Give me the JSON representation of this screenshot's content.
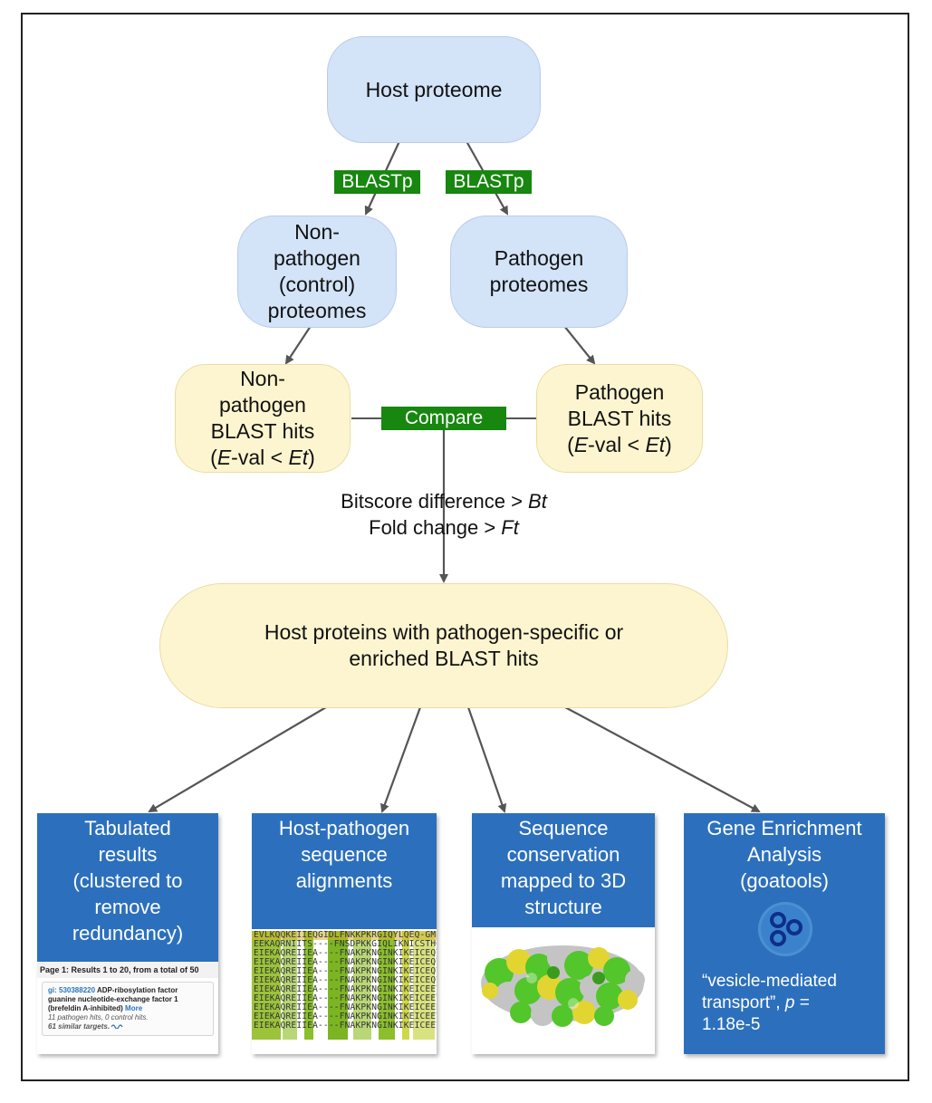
{
  "nodes": {
    "host_proteome": "Host proteome",
    "nonpathogen_proteomes": [
      "Non-",
      "pathogen",
      "(control)",
      "proteomes"
    ],
    "pathogen_proteomes": [
      "Pathogen",
      "proteomes"
    ],
    "nonpathogen_hits": {
      "lines": [
        "Non-",
        "pathogen",
        "BLAST hits"
      ],
      "eval_open": "(",
      "eval_e": "E",
      "eval_mid": "-val < ",
      "eval_et": "Et",
      "eval_close": ")"
    },
    "pathogen_hits": {
      "lines": [
        "Pathogen",
        "BLAST hits"
      ],
      "eval_open": "(",
      "eval_e": "E",
      "eval_mid": "-val < ",
      "eval_et": "Et",
      "eval_close": ")"
    },
    "host_specific": [
      "Host proteins with pathogen-specific or",
      "enriched BLAST hits"
    ]
  },
  "edges": {
    "blastp_left": "BLASTp",
    "blastp_right": "BLASTp",
    "compare": "Compare",
    "threshold_bitscore": "Bitscore difference > ",
    "threshold_bitscore_var": "Bt",
    "threshold_fold": "Fold change > ",
    "threshold_fold_var": "Ft"
  },
  "panels": {
    "tabulated": {
      "title": [
        "Tabulated",
        "results",
        "(clustered to",
        "remove",
        "redundancy)"
      ],
      "results_header": "Page 1: Results 1 to 20, from a total of 50",
      "gi": "gi: 530388220",
      "protein": "ADP-ribosylation factor guanine nucleotide-exchange factor 1 (brefeldin A-inhibited)",
      "more": "More",
      "hits": "11 pathogen hits, 0 control hits.",
      "similar": "61 similar targets."
    },
    "alignments": {
      "title": [
        "Host-pathogen",
        "sequence",
        "alignments"
      ],
      "rows": [
        "EVLKQQKEIIEQGIDLFNKKPKRGIQYLQEQ-GMLGT",
        "EEKAQRNIITS----FNSDPKKGIQLIKNICSTHGI",
        "EIEKAQREIIEA----FNAKPKNGINKIKEICEQYKI",
        "EIEKAQREIIEA----FNAKPKNGINKIKEICEQYKI",
        "EIEKAQREIIEA----FNAKPKNGINKIKEICEQYKI",
        "EIEKAQREIIEA----FNAKPKNGINKIKEICEQYKI",
        "EIEKAQREIIEA----FNAKPKNGINKIKEICEEYKI",
        "EIEKAQREIIEA----FNAKPKNGINKIKEICEEYKI",
        "EIEKAQREIIEA----FNAKPKNGINKIKEICEENKI",
        "EIEKAQREIIEA----FNAKPKNGINKIKEICEEYKI",
        "EIEKAQREIIEA----FNAKPKNGINKIKEICEEYKI"
      ]
    },
    "conservation": {
      "title": [
        "Sequence",
        "conservation",
        "mapped to 3D",
        "structure"
      ]
    },
    "enrichment": {
      "title": [
        "Gene Enrichment",
        "Analysis",
        "(goatools)"
      ],
      "result_line1": "“vesicle-mediated",
      "result_line2a": "transport”, ",
      "result_p": "p",
      "result_line2b": " =",
      "result_line3": "1.18e-5"
    }
  },
  "colors": {
    "process_node": "#d3e3f8",
    "result_node": "#fdf5cf",
    "edge_tag": "#17870f",
    "output_panel": "#2c70bd",
    "arrow": "#555555",
    "structure_green": "#52c62a",
    "structure_yellow": "#e3d531",
    "structure_grey": "#c4c4c4"
  },
  "icons": [
    "goatools-logo-icon"
  ]
}
